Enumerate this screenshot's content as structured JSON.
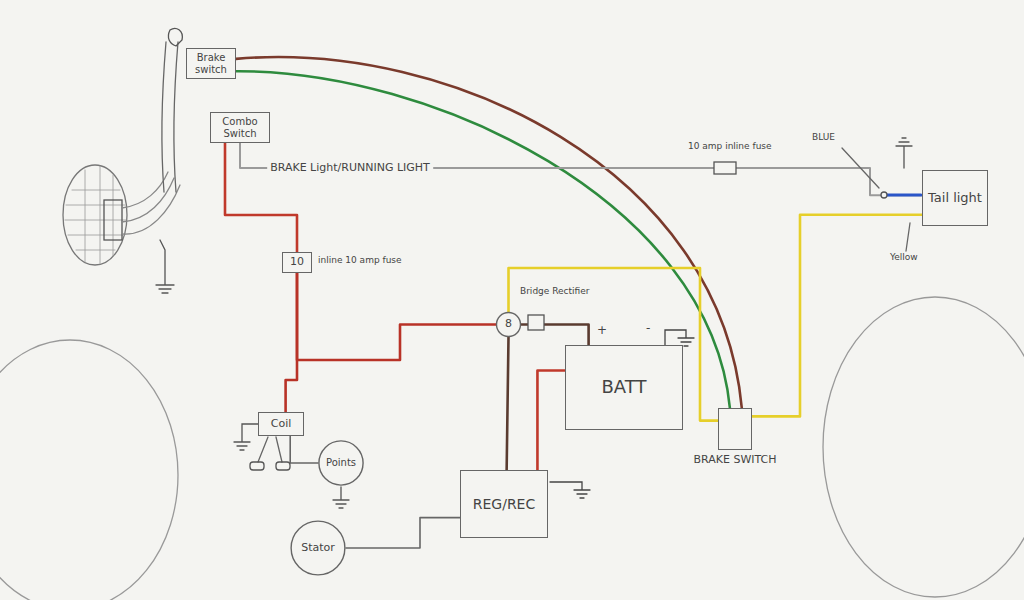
{
  "diagram": {
    "nodes": [
      {
        "text": [
          "Brake switch"
        ]
      },
      {
        "text": [
          "Combo Switch"
        ]
      },
      {
        "text": [
          "Tail light"
        ]
      },
      {
        "text": [
          "10"
        ]
      },
      {
        "text": [
          "8"
        ]
      },
      {
        "text": [
          "BATT"
        ]
      },
      {
        "text": [
          "Coil"
        ]
      },
      {
        "text": [
          "Points"
        ]
      },
      {
        "text": [
          "REG/REC"
        ]
      },
      {
        "text": [
          "Stator"
        ]
      },
      {
        "text": [
          "BRAKE SWITCH"
        ]
      }
    ],
    "edges": [
      {
        "from": 0,
        "to": 10,
        "arrow": "none"
      },
      {
        "from": 0,
        "to": 10,
        "arrow": "none"
      },
      {
        "from": 1,
        "to": 2,
        "label": "BRAKE Light/RUNNING LIGHT",
        "arrow": "none"
      },
      {
        "from": 1,
        "to": 3,
        "arrow": "none"
      },
      {
        "from": 3,
        "to": 6,
        "arrow": "none"
      },
      {
        "from": 3,
        "to": 4,
        "arrow": "none"
      },
      {
        "from": 4,
        "to": 10,
        "arrow": "none"
      },
      {
        "from": 4,
        "to": 5,
        "arrow": "none"
      },
      {
        "from": 5,
        "to": 8,
        "arrow": "none"
      },
      {
        "from": 4,
        "to": 8,
        "arrow": "none"
      },
      {
        "from": 9,
        "to": 8,
        "arrow": "none"
      },
      {
        "from": 6,
        "to": 7,
        "arrow": "none"
      },
      {
        "from": 10,
        "to": 2,
        "arrow": "none"
      }
    ],
    "labels": [
      "10 amp inline fuse",
      "BLUE",
      "Yellow",
      "inline 10 amp fuse",
      "Bridge Rectifier",
      "+",
      "-"
    ]
  }
}
